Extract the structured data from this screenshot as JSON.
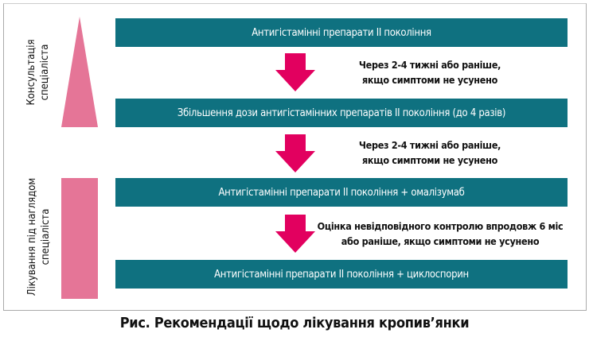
{
  "side_labels": {
    "consultation": [
      "Консультація",
      "спеціаліста"
    ],
    "treatment": [
      "Лікування під наглядом",
      "спеціаліста"
    ]
  },
  "steps": [
    "Антигістамінні препарати II покоління",
    "Збільшення дози антигістамінних препаратів II покоління (до 4 разів)",
    "Антигістамінні препарати II покоління + омалізумаб",
    "Антигістамінні препарати II покоління + циклоспорин"
  ],
  "transitions": [
    [
      "Через 2-4 тижні або раніше,",
      "якщо симптоми не усунено"
    ],
    [
      "Через 2-4 тижні або раніше,",
      "якщо симптоми не усунено"
    ],
    [
      "Оцінка невідповідного контролю впродовж 6 міс",
      "або раніше, якщо симптоми не усунено"
    ]
  ],
  "caption": "Рис. Рекомендації щодо лікування кропив’янки",
  "colors": {
    "bar": "#0f7180",
    "arrow": "#e2005f",
    "side_shape": "#e57597"
  }
}
